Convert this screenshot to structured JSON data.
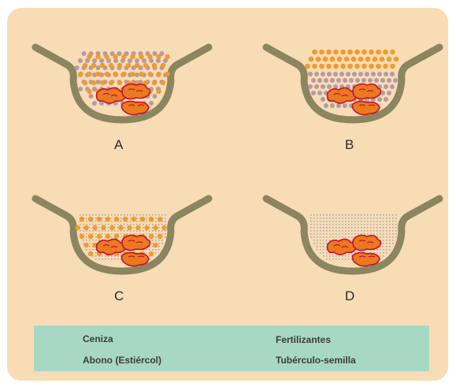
{
  "panels": [
    {
      "label": "A"
    },
    {
      "label": "B"
    },
    {
      "label": "C"
    },
    {
      "label": "D"
    }
  ],
  "legend": {
    "items": [
      {
        "label": "Ceniza",
        "icon": "ash-dots-icon"
      },
      {
        "label": "Abono (Estiércol)",
        "icon": "manure-icon"
      },
      {
        "label": "Fertilizantes",
        "icon": "fertilizer-dot-icon"
      },
      {
        "label": "Tubérculo-semilla",
        "icon": "seed-tuber-icon"
      }
    ]
  },
  "colors": {
    "background": "#f8dcb6",
    "furrow": "#8b8560",
    "ash": "#a9a9a9",
    "manure": "#b49aa2",
    "fertilizer": "#f39a2a",
    "tuber": "#ea7a20",
    "tuber_outline": "#c8102e",
    "legend_bg": "#a7d8c4"
  }
}
